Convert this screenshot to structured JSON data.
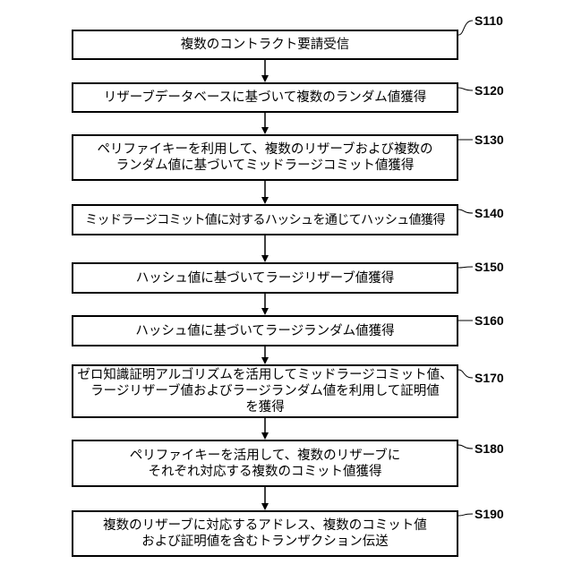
{
  "steps": [
    {
      "id": "S110",
      "text": "複数のコントラクト要請受信"
    },
    {
      "id": "S120",
      "text": "リザーブデータベースに基づいて複数のランダム値獲得"
    },
    {
      "id": "S130",
      "text": "ペリファイキーを利用して、複数のリザーブおよび複数のランダム値に基づいてミッドラージコミット値獲得"
    },
    {
      "id": "S140",
      "text": "ミッドラージコミット値に対するハッシュを通じてハッシュ値獲得"
    },
    {
      "id": "S150",
      "text": "ハッシュ値に基づいてラージリザーブ値獲得"
    },
    {
      "id": "S160",
      "text": "ハッシュ値に基づいてラージランダム値獲得"
    },
    {
      "id": "S170",
      "text": "ゼロ知識証明アルゴリズムを活用してミッドラージコミット値、ラージリザーブ値およびラージランダム値を利用して証明値を獲得"
    },
    {
      "id": "S180",
      "text": "ペリファイキーを活用して、複数のリザーブにそれぞれ対応する複数のコミット値獲得"
    },
    {
      "id": "S190",
      "text": "複数のリザーブに対応するアドレス、複数のコミット値および証明値を含むトランザクション伝送"
    }
  ]
}
